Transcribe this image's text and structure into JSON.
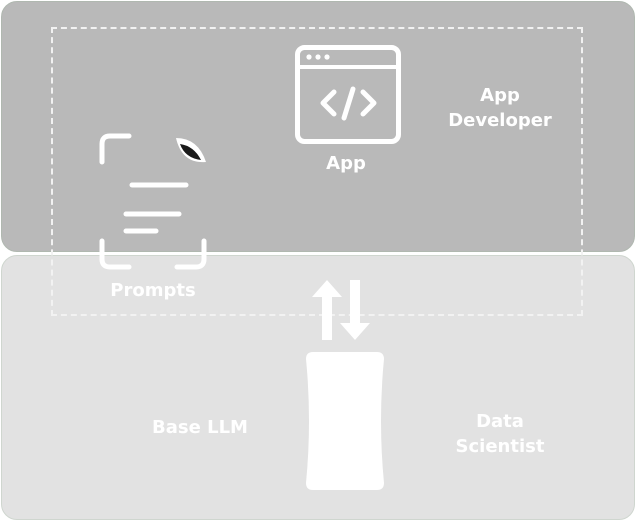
{
  "roles": {
    "app_developer": "App\nDeveloper",
    "data_scientist": "Data\nScientist"
  },
  "components": {
    "app": "App",
    "prompts": "Prompts",
    "base_llm": "Base LLM"
  },
  "icons": {
    "app": "code-window-icon",
    "prompts": "prompt-document-icon",
    "exchange": "up-down-arrows-icon",
    "llm": "model-block-icon"
  },
  "colors": {
    "top_panel": "#b9b9b9",
    "bottom_panel": "#e2e2e2",
    "foreground": "#ffffff"
  }
}
